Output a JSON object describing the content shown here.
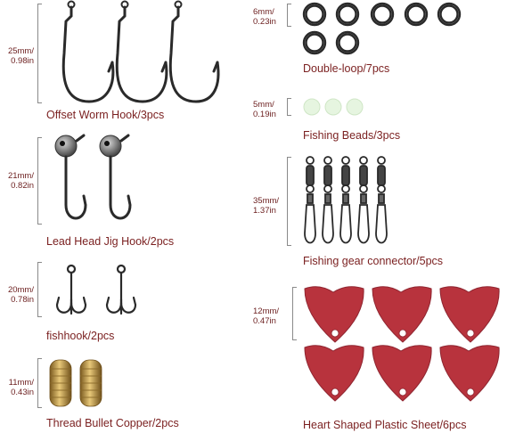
{
  "products": [
    {
      "id": "offset-worm-hook",
      "size": [
        "25mm/",
        "0.98in"
      ],
      "caption": "Offset Worm Hook/3pcs"
    },
    {
      "id": "lead-head-jig-hook",
      "size": [
        "21mm/",
        "0.82in"
      ],
      "caption": "Lead Head Jig Hook/2pcs"
    },
    {
      "id": "fishhook",
      "size": [
        "20mm/",
        "0.78in"
      ],
      "caption": "fishhook/2pcs"
    },
    {
      "id": "thread-bullet-copper",
      "size": [
        "11mm/",
        "0.43in"
      ],
      "caption": "Thread Bullet Copper/2pcs"
    },
    {
      "id": "double-loop",
      "size": [
        "6mm/",
        "0.23in"
      ],
      "caption": "Double-loop/7pcs"
    },
    {
      "id": "fishing-beads",
      "size": [
        "5mm/",
        "0.19in"
      ],
      "caption": "Fishing Beads/3pcs"
    },
    {
      "id": "fishing-gear-connector",
      "size": [
        "35mm/",
        "1.37in"
      ],
      "caption": "Fishing gear connector/5pcs"
    },
    {
      "id": "heart-shaped-plastic-sheet",
      "size": [
        "12mm/",
        "0.47in"
      ],
      "caption": "Heart Shaped Plastic Sheet/6pcs"
    }
  ],
  "colors": {
    "caption": "#7a1f1f",
    "size": "#6b1e1e",
    "hook": "#2a2a2a",
    "copper": "#b08a3e",
    "bead": "#e6f5e0",
    "heart": "#b8333d"
  }
}
